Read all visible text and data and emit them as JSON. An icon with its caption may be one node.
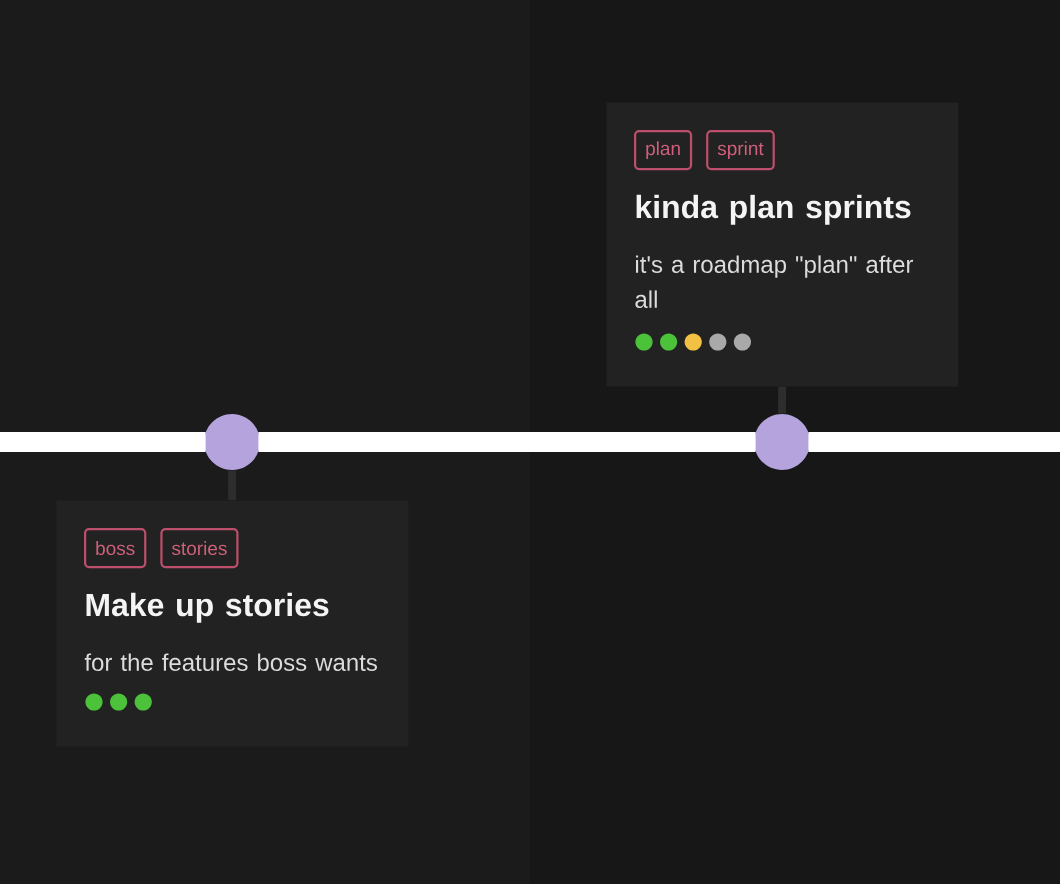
{
  "diagram": {
    "nodes": [
      {
        "text": [],
        "shape": "circle"
      },
      {
        "text": [
          "Make up stories",
          "for the features boss wants"
        ]
      },
      {
        "text": [
          "boss"
        ],
        "in": 1
      },
      {
        "text": [
          "stories"
        ],
        "in": 1
      },
      {
        "text": [],
        "shape": "circle"
      },
      {
        "text": [
          "kinda plan sprints",
          "it's a roadmap \"plan\" after all"
        ]
      },
      {
        "text": [
          "plan"
        ],
        "in": 5
      },
      {
        "text": [
          "sprint"
        ],
        "in": 5
      }
    ],
    "edges": [
      {
        "from": null,
        "to": 0,
        "arrow": "none"
      },
      {
        "from": 0,
        "to": 4,
        "arrow": "none"
      },
      {
        "from": 4,
        "to": null,
        "arrow": "none"
      },
      {
        "from": 0,
        "to": 1,
        "arrow": "none",
        "color": "#2d2d2d"
      },
      {
        "from": 5,
        "to": 4,
        "arrow": "none",
        "color": "#2d2d2d"
      }
    ]
  }
}
